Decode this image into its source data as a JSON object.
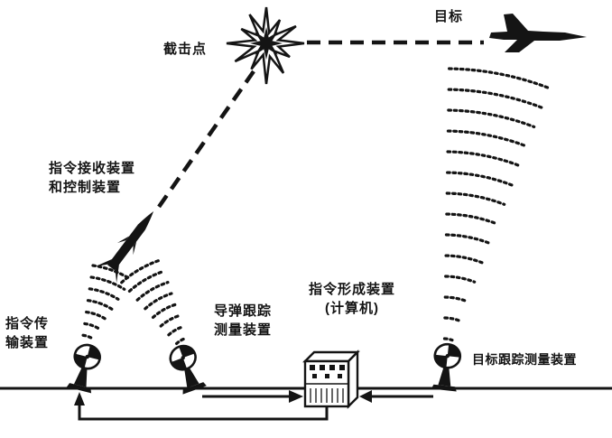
{
  "diagram": {
    "labels": {
      "intercept_point": "截击点",
      "target": "目标",
      "command_receiver": "指令接收装置\n和控制装置",
      "command_transmission": "指令传\n输装置",
      "missile_tracking": "导弹跟踪\n测量装置",
      "command_forming": "指令形成装置\n(计算机)",
      "target_tracking": "目标跟踪测量装置"
    },
    "icons": {
      "explosion": "starburst-burst",
      "target_aircraft": "jet-silhouette",
      "missile": "missile-silhouette",
      "antenna": "radar-dish-on-pedestal",
      "computer": "equipment-cabinet",
      "signal_wave": "dashed-arc-fan"
    },
    "colors": {
      "ink": "#141414",
      "background": "#ffffff"
    }
  }
}
